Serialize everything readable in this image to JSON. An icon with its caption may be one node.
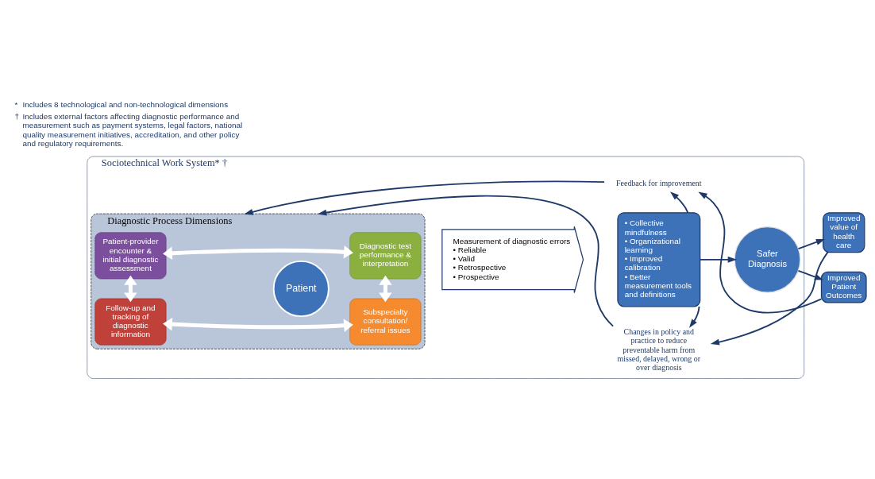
{
  "diagram": {
    "nodes": [
      {
        "text": [
          "Sociotechnical Work System* †"
        ]
      },
      {
        "text": [
          "Diagnostic Process Dimensions"
        ],
        "in": 0
      },
      {
        "text": [
          "Patient-provider encounter & initial diagnostic assessment"
        ],
        "in": 1
      },
      {
        "text": [
          "Diagnostic test performance & interpretation"
        ],
        "in": 1
      },
      {
        "text": [
          "Follow-up and tracking of diagnostic information"
        ],
        "in": 1
      },
      {
        "text": [
          "Subspecialty consultation/ referral issues"
        ],
        "in": 1
      },
      {
        "text": [
          "Patient"
        ],
        "in": 1
      },
      {
        "text": [
          "Measurement of diagnostic errors",
          "• Reliable",
          "• Valid",
          "• Retrospective",
          "• Prospective"
        ],
        "in": 0
      },
      {
        "text": [
          "Changes in policy and practice to reduce preventable harm from missed, delayed, wrong or over diagnosis"
        ],
        "in": 0
      },
      {
        "text": [
          "• Collective mindfulness",
          "• Organizational learning",
          "• Improved calibration",
          "• Better measurement tools and definitions"
        ],
        "in": 0
      },
      {
        "text": [
          "Safer Diagnosis"
        ],
        "in": 0
      },
      {
        "text": [
          "Feedback for improvement"
        ],
        "in": 0
      },
      {
        "text": [
          "Improved value of health care"
        ]
      },
      {
        "text": [
          "Improved Patient Outcomes"
        ]
      }
    ],
    "edges": [
      {
        "from": 2,
        "to": 3,
        "arrow": "both",
        "style": "thick",
        "color": "#ffffff"
      },
      {
        "from": 2,
        "to": 4,
        "arrow": "both",
        "style": "thick",
        "color": "#ffffff"
      },
      {
        "from": 3,
        "to": 5,
        "arrow": "both",
        "style": "thick",
        "color": "#ffffff"
      },
      {
        "from": 4,
        "to": 5,
        "arrow": "both",
        "style": "thick",
        "color": "#ffffff"
      },
      {
        "from": 9,
        "to": 8,
        "arrow": "to"
      },
      {
        "from": 9,
        "to": 11,
        "arrow": "to"
      },
      {
        "from": 9,
        "to": 10,
        "arrow": "to"
      },
      {
        "from": 10,
        "to": 12,
        "arrow": "to"
      },
      {
        "from": 10,
        "to": 13,
        "arrow": "to"
      },
      {
        "from": 12,
        "to": 8,
        "arrow": "to"
      },
      {
        "from": 13,
        "to": 11,
        "arrow": "to"
      },
      {
        "from": 8,
        "to": 1,
        "arrow": "to"
      },
      {
        "from": 11,
        "to": 1,
        "arrow": "to"
      }
    ],
    "labels": [
      "*",
      "Includes 8 technological and non-technological dimensions",
      "†",
      "Includes external factors affecting diagnostic performance and measurement such as payment systems, legal factors, national quality measurement initiatives, accreditation, and other policy and regulatory requirements."
    ]
  }
}
